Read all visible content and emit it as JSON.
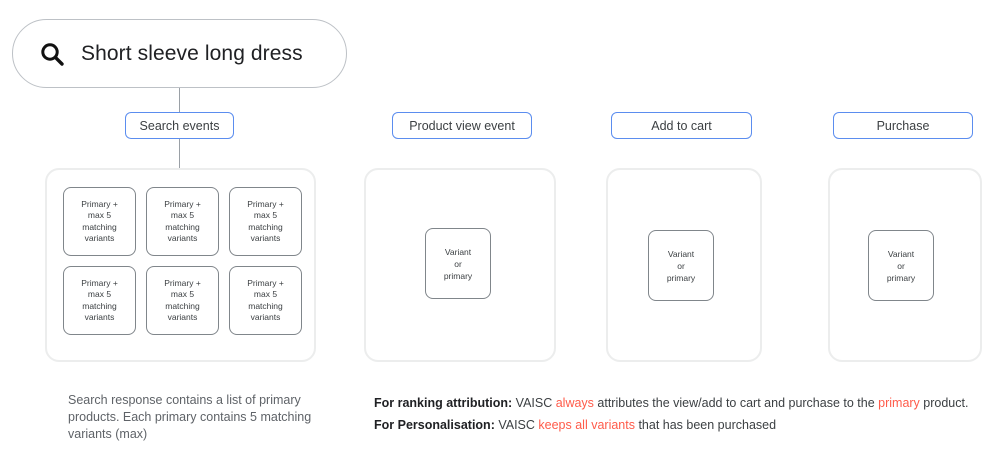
{
  "search": {
    "icon": "search-icon",
    "query": "Short sleeve long dress"
  },
  "headers": {
    "search_events": "Search events",
    "product_view_event": "Product view event",
    "add_to_cart": "Add to cart",
    "purchase": "Purchase"
  },
  "variant_card": {
    "line1": "Primary +",
    "line2": "max 5",
    "line3": "matching",
    "line4": "variants",
    "full": "Primary + max 5 matching variants"
  },
  "single_card": {
    "line1": "Variant",
    "line2": "or",
    "line3": "primary",
    "full": "Variant or primary"
  },
  "captions": {
    "left": "Search response contains a list of primary products. Each primary contains 5 matching variants (max)"
  },
  "notes": {
    "ranking": {
      "label": "For ranking attribution:",
      "part1": " VAISC ",
      "highlight1": "always",
      "part2": " attributes the view/add to cart and purchase to the ",
      "highlight2": "primary",
      "part3": " product."
    },
    "personalisation": {
      "label": "For Personalisation:",
      "part1": " VAISC ",
      "highlight1": "keeps all variants",
      "part2": " that has been purchased"
    }
  },
  "colors": {
    "pill_border_blue": "#5b8def",
    "highlight_red": "#ff5b4a",
    "panel_border": "#eceded",
    "card_border": "#80868b",
    "text": "#3c4043"
  }
}
